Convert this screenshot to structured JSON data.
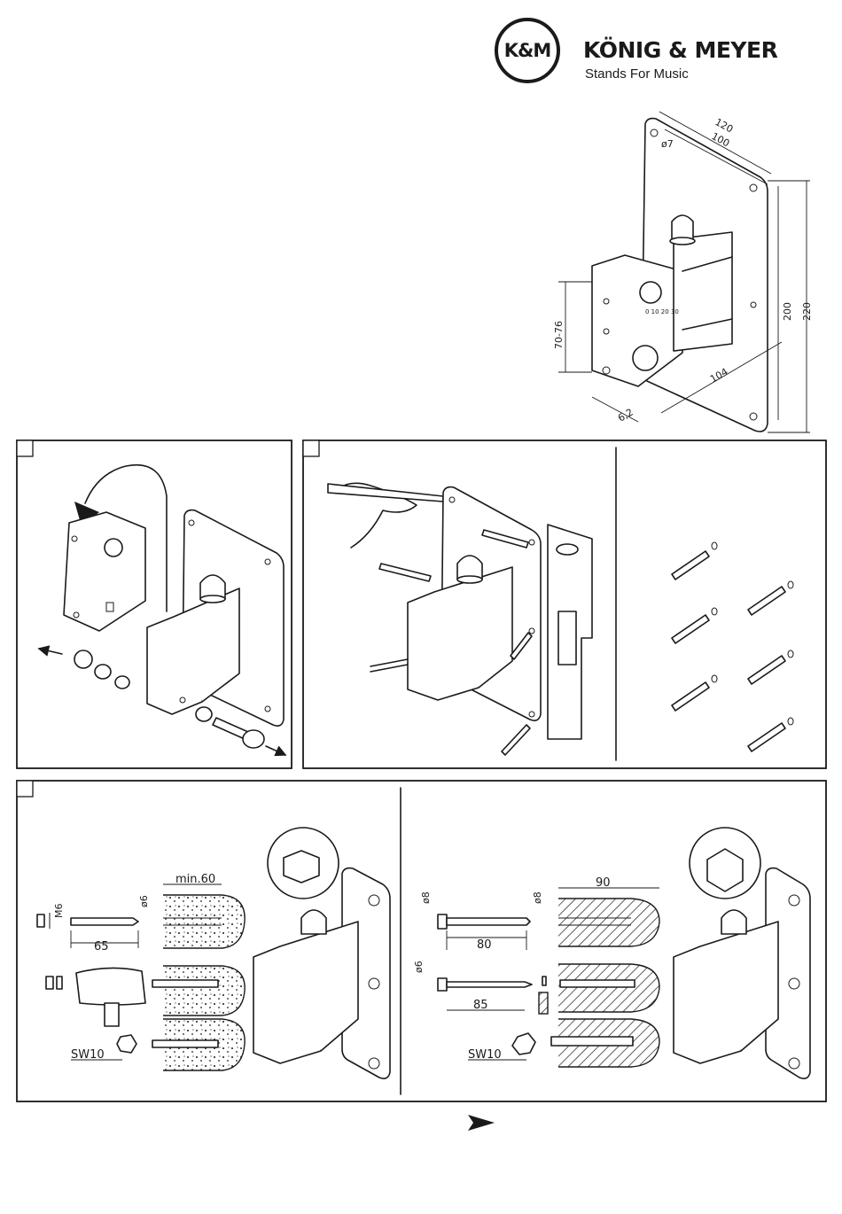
{
  "logo": {
    "mark": "K&M",
    "brand": "KÖNIG & MEYER",
    "slogan": "Stands For Music"
  },
  "top_drawing": {
    "dims": {
      "width_outer": "120",
      "width_inner": "100",
      "hole": "ø7",
      "height_inner": "200",
      "height_outer": "220",
      "depth": "104",
      "spacing": "70-76",
      "offset": "6,2"
    },
    "scale_marks": "0 10 20 30"
  },
  "step1": {
    "step_number": ""
  },
  "step2": {
    "step_number": ""
  },
  "step3": {
    "step_number": "",
    "concrete": {
      "thread": "M6",
      "diameter": "ø6",
      "depth": "min.60",
      "anchor_length": "65",
      "wrench": "SW10"
    },
    "brick": {
      "diameter_a": "ø8",
      "diameter_b": "ø8",
      "depth": "90",
      "screw_length": "80",
      "screw_diameter": "ø6",
      "lag_length": "85",
      "wrench": "SW10"
    }
  },
  "next_page": {
    "icon": "arrow-right-icon"
  }
}
